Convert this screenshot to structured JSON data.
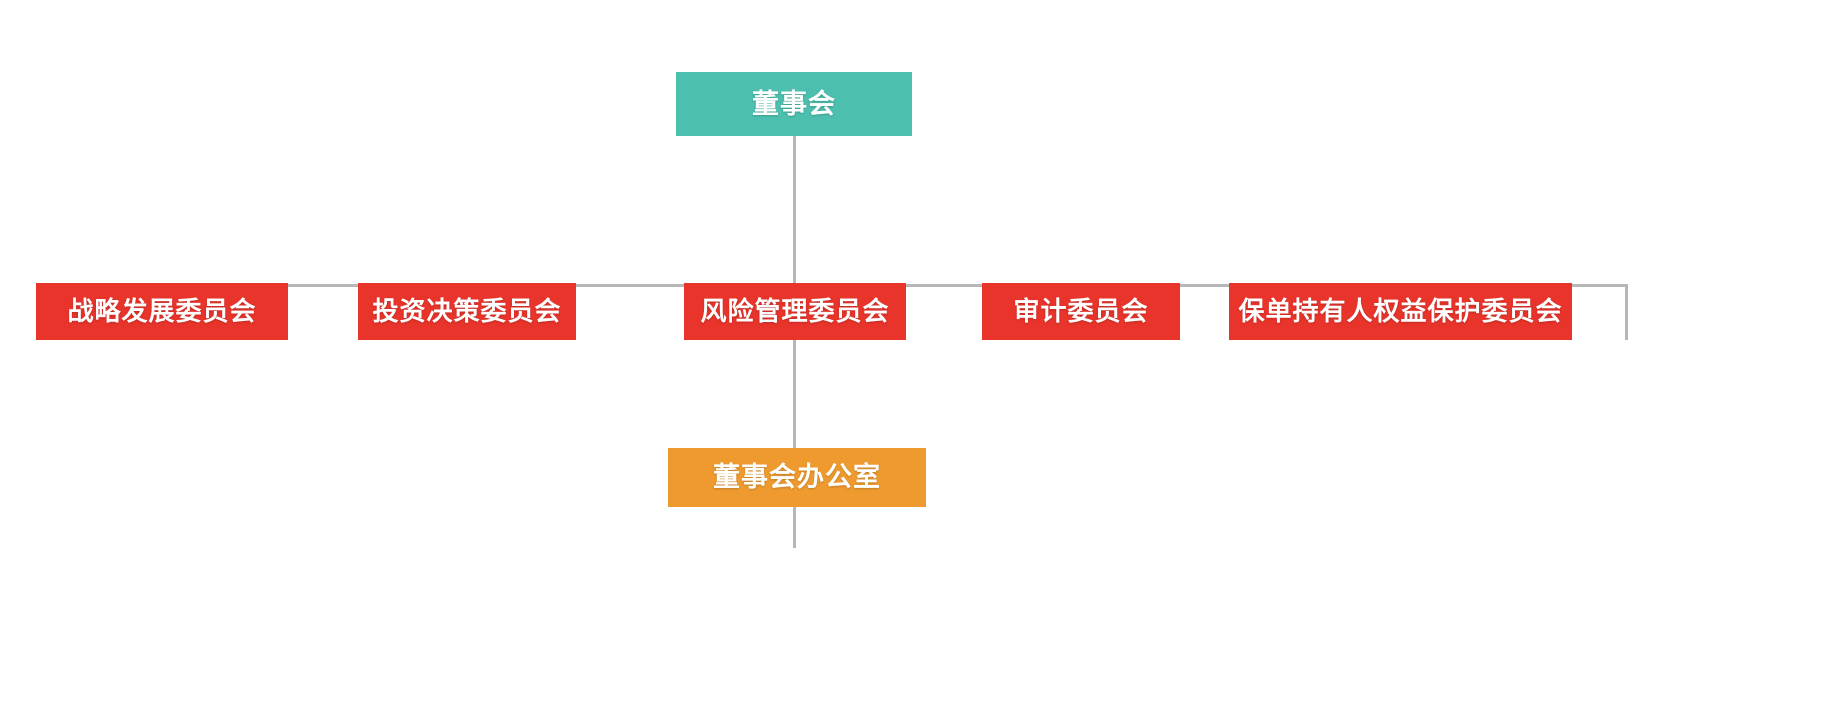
{
  "chart": {
    "type": "org-chart",
    "title": "",
    "background_color": "#ffffff",
    "connector_color": "#b7b7b7",
    "root": {
      "label": "董事会",
      "color": "#4cbfae",
      "level": 0
    },
    "committees": [
      {
        "label": "战略发展委员会",
        "color": "#e8342b",
        "level": 1
      },
      {
        "label": "投资决策委员会",
        "color": "#e8342b",
        "level": 1
      },
      {
        "label": "风险管理委员会",
        "color": "#e8342b",
        "level": 1
      },
      {
        "label": "审计委员会",
        "color": "#e8342b",
        "level": 1
      },
      {
        "label": "保单持有人权益保护委员会",
        "color": "#e8342b",
        "level": 1
      }
    ],
    "office": {
      "label": "董事会办公室",
      "color": "#ee9a2e",
      "level": 2,
      "parent": "风险管理委员会"
    }
  }
}
